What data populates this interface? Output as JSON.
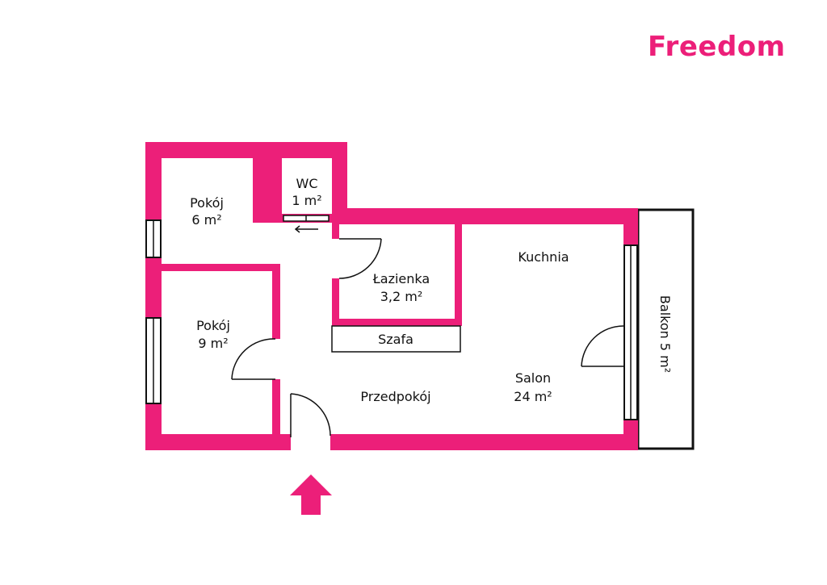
{
  "brand": {
    "name": "Freedom",
    "color": "#ec1f79"
  },
  "colors": {
    "wall": "#ec1f79",
    "outline": "#111111",
    "window_fill": "#ffffff"
  },
  "rooms": {
    "pokoj_small": {
      "name": "Pokój",
      "area": "6 m²"
    },
    "wc": {
      "name": "WC",
      "area": "1 m²"
    },
    "lazienka": {
      "name": "Łazienka",
      "area": "3,2 m²"
    },
    "kuchnia": {
      "name": "Kuchnia"
    },
    "pokoj_large": {
      "name": "Pokój",
      "area": "9 m²"
    },
    "szafa": {
      "name": "Szafa"
    },
    "przedpokoj": {
      "name": "Przedpokój"
    },
    "salon": {
      "name": "Salon",
      "area": "24 m²"
    },
    "balkon": {
      "name": "Balkon 5 m²"
    }
  },
  "icons": {
    "entrance": "entrance-arrow-icon",
    "sliding_door": "sliding-door-arrow-icon"
  }
}
